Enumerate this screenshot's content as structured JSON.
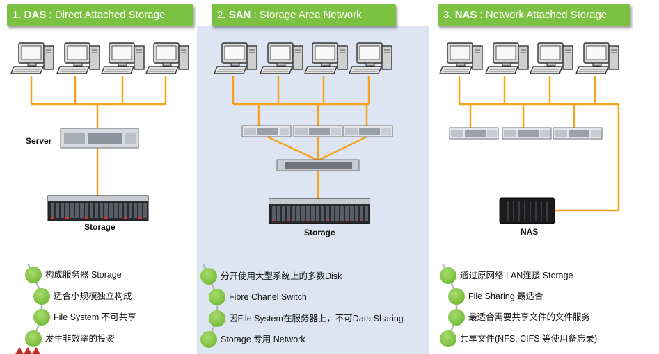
{
  "sections": [
    {
      "id": "das",
      "title_num": "1.",
      "title_key": "DAS",
      "title_rest": " : Direct Attached Storage",
      "server_label": "Server",
      "storage_label": "Storage",
      "bullets": [
        "构成服务器 Storage",
        "适合小规模独立构成",
        "File System 不可共享",
        "发生非效率的投资"
      ]
    },
    {
      "id": "san",
      "title_num": "2.",
      "title_key": "SAN",
      "title_rest": " : Storage Area Network",
      "storage_label": "Storage",
      "bullets": [
        "分开使用大型系统上的多数Disk",
        "Fibre Chanel Switch",
        "因File System在服务器上，不可Data Sharing",
        "Storage 专用 Network"
      ]
    },
    {
      "id": "nas",
      "title_num": "3.",
      "title_key": "NAS",
      "title_rest": " : Network Attached Storage",
      "nas_label": "NAS",
      "bullets": [
        "通过原网络 LAN连接 Storage",
        "File Sharing 最适合",
        "最适合需要共享文件的文件服务",
        "共享文件(NFS, CIFS 等使用备忘录)"
      ]
    }
  ],
  "colors": {
    "header_green": "#7cc242",
    "connector_orange": "#f7a21b",
    "san_background": "#dde4f2",
    "bullet_green": "#79bd3c"
  }
}
